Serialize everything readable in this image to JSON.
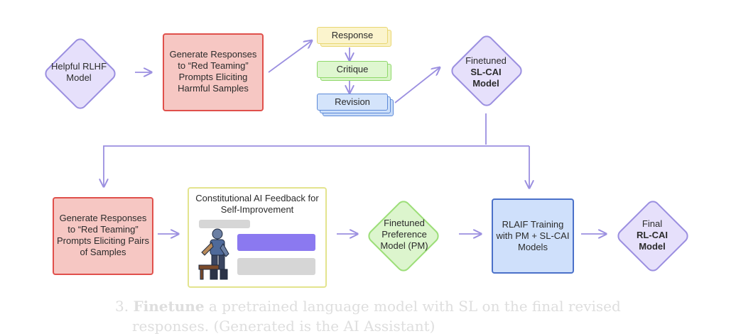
{
  "nodes": {
    "helpful_model": "Helpful RLHF Model",
    "gen_harmful": "Generate Responses to “Red Teaming” Prompts Eliciting Harmful Samples",
    "response": "Response",
    "critique": "Critique",
    "revision": "Revision",
    "sl_cai_line1": "Finetuned",
    "sl_cai_line2": "SL-CAI",
    "sl_cai_line3": "Model",
    "gen_pairs": "Generate Responses to “Red Teaming” Prompts Eliciting Pairs of Samples",
    "cai_feedback_title": "Constitutional AI Feedback for Self-Improvement",
    "pm": "Finetuned Preference Model (PM)",
    "rlaif": "RLAIF Training with PM + SL-CAI Models",
    "final_line1": "Final",
    "final_line2": "RL-CAI",
    "final_line3": "Model"
  },
  "caption": {
    "number": "3.",
    "bold": "Finetune",
    "rest": "a pretrained language model with SL on the final revised",
    "line2": "responses. (Generated is the AI Assistant)"
  },
  "colors": {
    "arrow": "#9b8fe0",
    "purple_fill": "#e6e0fb",
    "red_border": "#e0504b",
    "red_fill": "#f6c7c3",
    "blue_border": "#4b71c9",
    "blue_fill": "#cfe0fb",
    "green_border": "#9cde78",
    "green_fill": "#dcf5cd",
    "yellow_border": "#e3e48e",
    "chat_purple": "#8b79f0",
    "chat_gray": "#d6d6d6"
  }
}
